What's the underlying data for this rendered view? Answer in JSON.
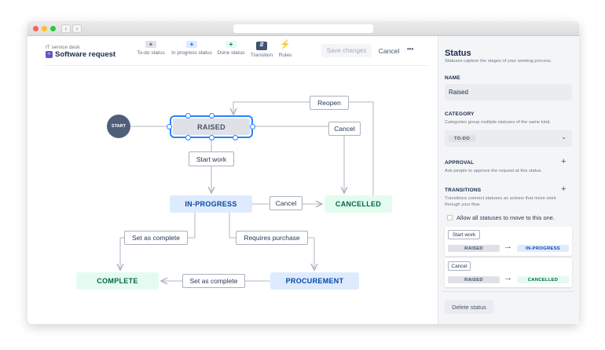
{
  "header": {
    "project": "IT service desk",
    "title": "Software request",
    "save_label": "Save changes",
    "cancel_label": "Cancel",
    "more_label": "•••"
  },
  "toolbar": [
    {
      "label": "To-do status",
      "icon": "plus-icon",
      "color": "#dfe1e6"
    },
    {
      "label": "In progress status",
      "icon": "plus-icon",
      "color": "#deebff"
    },
    {
      "label": "Done status",
      "icon": "plus-icon",
      "color": "#e3fcef"
    },
    {
      "label": "Transition",
      "icon": "transition-icon"
    },
    {
      "label": "Rules",
      "icon": "lightning-icon"
    }
  ],
  "diagram": {
    "start": "START",
    "statuses": {
      "raised": "RAISED",
      "in_progress": "IN-PROGRESS",
      "cancelled": "CANCELLED",
      "complete": "COMPLETE",
      "procurement": "PROCUREMENT"
    },
    "transitions": {
      "reopen": "Reopen",
      "cancel_raised": "Cancel",
      "start_work": "Start work",
      "cancel_progress": "Cancel",
      "set_complete_progress": "Set as complete",
      "requires_purchase": "Requires purchase",
      "set_complete_procurement": "Set as complete"
    },
    "colors": {
      "todo": "#dfe1e6",
      "in_progress": "#deebff",
      "done": "#e3fcef",
      "selected": "#2684ff"
    }
  },
  "panel": {
    "title": "Status",
    "subtitle": "Statuses capture the stages of your working process.",
    "name_label": "NAME",
    "name_value": "Raised",
    "category_label": "CATEGORY",
    "category_desc": "Categories group multiple statuses of the same kind.",
    "category_value": "TO-DO",
    "approval_label": "APPROVAL",
    "approval_desc": "Ask people to approve the request at this status.",
    "transitions_label": "TRANSITIONS",
    "transitions_desc": "Transitions connect statuses as actions that move work through your flow.",
    "allow_all_label": "Allow all statuses to move to this one.",
    "allow_all_checked": false,
    "transitions": [
      {
        "name": "Start work",
        "from": "RAISED",
        "to": "IN-PROGRESS"
      },
      {
        "name": "Cancel",
        "from": "RAISED",
        "to": "CANCELLED"
      }
    ],
    "delete_label": "Delete status"
  }
}
